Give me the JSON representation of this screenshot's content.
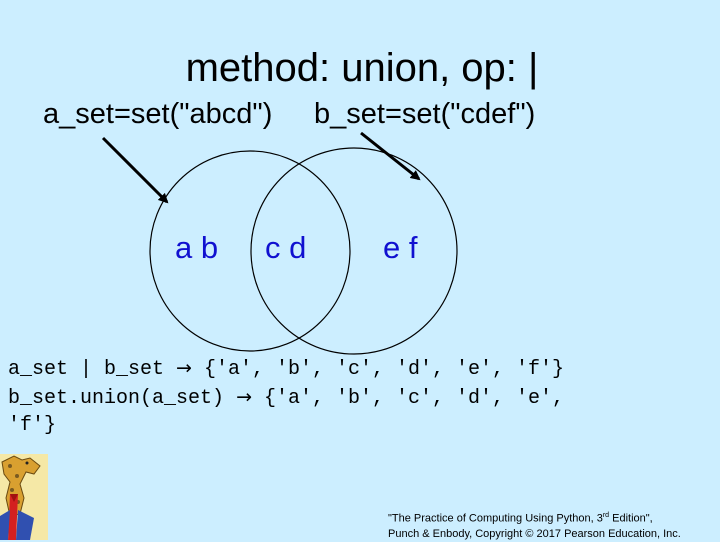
{
  "title": "method: union,  op: |",
  "sets": {
    "a_def": "a_set=set(\"abcd\")",
    "b_def": "b_set=set(\"cdef\")"
  },
  "venn": {
    "only_a": "a b",
    "intersection": "c d",
    "only_b": "e f"
  },
  "code": {
    "line1_expr": "a_set | b_set",
    "line1_result": "{'a', 'b', 'c', 'd', 'e', 'f'}",
    "line2_expr": "b_set.union(a_set)",
    "line2_result": "{'a', 'b', 'c', 'd', 'e',",
    "line3": "'f'}"
  },
  "footer": {
    "line1_pre": "\"The Practice of Computing Using Python, 3",
    "line1_sup": "rd",
    "line1_post": " Edition\",",
    "line2": "Punch & Enbody, Copyright © 2017 Pearson Education, Inc."
  },
  "colors": {
    "background": "#cceeff",
    "region_text": "#1010d0"
  }
}
